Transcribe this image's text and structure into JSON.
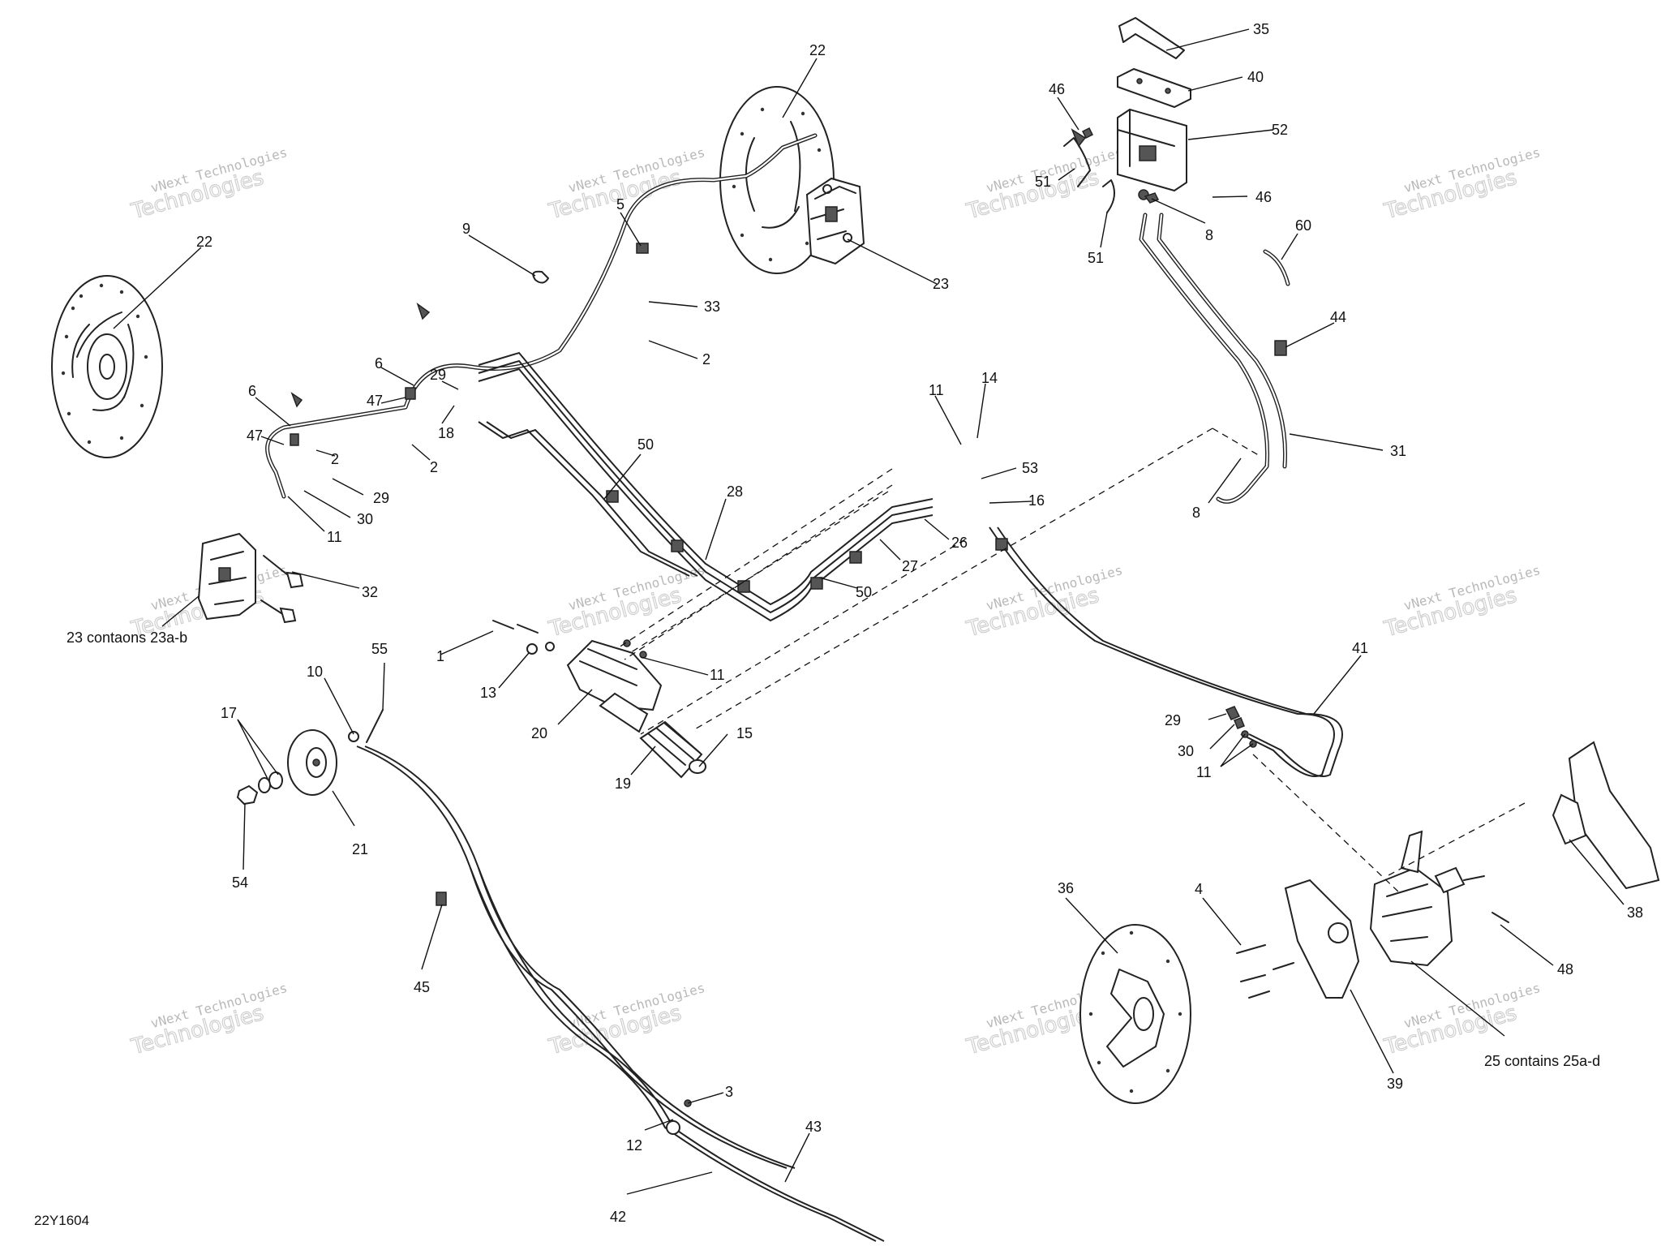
{
  "drawing_code": "22Y1604",
  "notes": {
    "front_caliper": "23 contaons 23a-b",
    "rear_caliper": "25 contains 25a-d"
  },
  "watermark": {
    "brand": "vNext Technologies",
    "word": "Technologies"
  },
  "callouts": [
    "22",
    "22",
    "9",
    "5",
    "33",
    "2",
    "23",
    "6",
    "47",
    "6",
    "47",
    "29",
    "18",
    "2",
    "2",
    "29",
    "30",
    "11",
    "32",
    "50",
    "28",
    "11",
    "14",
    "53",
    "16",
    "26",
    "27",
    "50",
    "1",
    "13",
    "20",
    "11",
    "15",
    "19",
    "55",
    "10",
    "17",
    "21",
    "54",
    "45",
    "3",
    "12",
    "43",
    "42",
    "35",
    "40",
    "46",
    "52",
    "51",
    "46",
    "8",
    "51",
    "60",
    "44",
    "31",
    "8",
    "41",
    "29",
    "30",
    "11",
    "38",
    "48",
    "36",
    "4",
    "39"
  ]
}
